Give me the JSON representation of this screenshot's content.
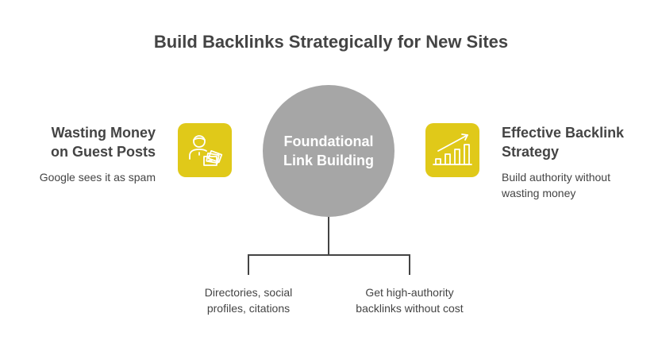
{
  "title": "Build Backlinks Strategically for New Sites",
  "left": {
    "heading_1": "Wasting Money",
    "heading_2": "on Guest Posts",
    "text": "Google sees it as spam",
    "icon": "person-money-icon"
  },
  "right": {
    "heading_1": "Effective Backlink",
    "heading_2": "Strategy",
    "text_1": "Build authority without",
    "text_2": "wasting money",
    "icon": "growth-chart-icon"
  },
  "center": {
    "line_1": "Foundational",
    "line_2": "Link Building"
  },
  "branches": [
    {
      "line_1": "Directories, social",
      "line_2": "profiles, citations"
    },
    {
      "line_1": "Get high-authority",
      "line_2": "backlinks without cost"
    }
  ],
  "colors": {
    "accent": "#e0c919",
    "circle": "#a6a6a6",
    "text": "#444444"
  }
}
